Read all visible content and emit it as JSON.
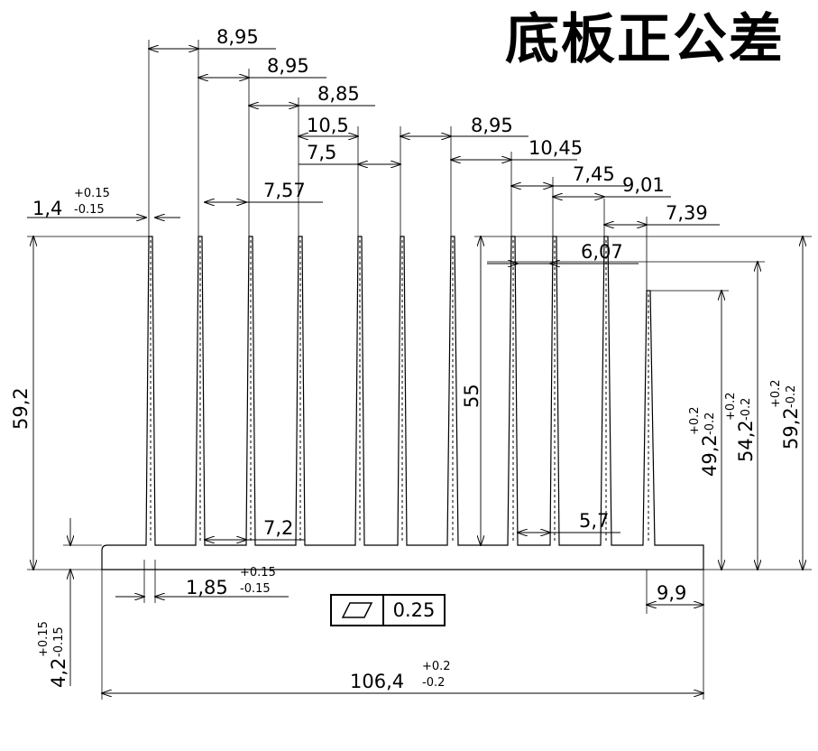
{
  "title": "底板正公差",
  "profile_width": {
    "value": "106,4",
    "upper": "+0.2",
    "lower": "-0.2"
  },
  "base_thickness": {
    "value": "4,2",
    "upper": "+0.15",
    "lower": "-0.15"
  },
  "fin_tip_thickness": {
    "value": "1,4",
    "upper": "+0.15",
    "lower": "-0.15"
  },
  "fin_root_thickness": {
    "value": "1,85",
    "upper": "+0.15",
    "lower": "-0.15"
  },
  "overall_height_left": "59,2",
  "fin_height_mid": "55",
  "height_1": {
    "value": "49,2",
    "upper": "+0.2",
    "lower": "-0.2"
  },
  "height_2": {
    "value": "54,2",
    "upper": "+0.2",
    "lower": "-0.2"
  },
  "height_3": {
    "value": "59,2",
    "upper": "+0.2",
    "lower": "-0.2"
  },
  "flatness": {
    "symbol": "flatness-parallelogram",
    "value": "0.25"
  },
  "pitches_top": [
    "8,95",
    "8,95",
    "8,85",
    "10,5",
    "7,5",
    "8,95",
    "10,45",
    "7,45",
    "9,01",
    "7,39",
    "7,57",
    "6,07"
  ],
  "gap_left": "7,2",
  "gap_right": "5,7",
  "edge_right": "9,9"
}
